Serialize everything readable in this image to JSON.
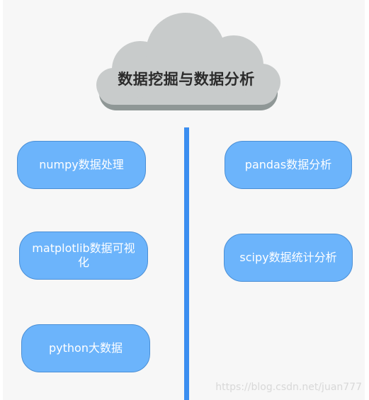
{
  "diagram": {
    "title": "数据挖掘与数据分析",
    "left_items": [
      {
        "label": "numpy数据处理"
      },
      {
        "label": "matplotlib数据可视化"
      },
      {
        "label": "python大数据"
      }
    ],
    "right_items": [
      {
        "label": "pandas数据分析"
      },
      {
        "label": "scipy数据统计分析"
      }
    ]
  },
  "watermark": "https://blog.csdn.net/juan777",
  "colors": {
    "cloud_fill": "#c8cbcb",
    "cloud_shadow": "#8f9796",
    "node_fill": "#6cb4fb",
    "node_border": "#4a8fd6",
    "divider": "#3b8ef0",
    "background": "#f7f7f7"
  }
}
